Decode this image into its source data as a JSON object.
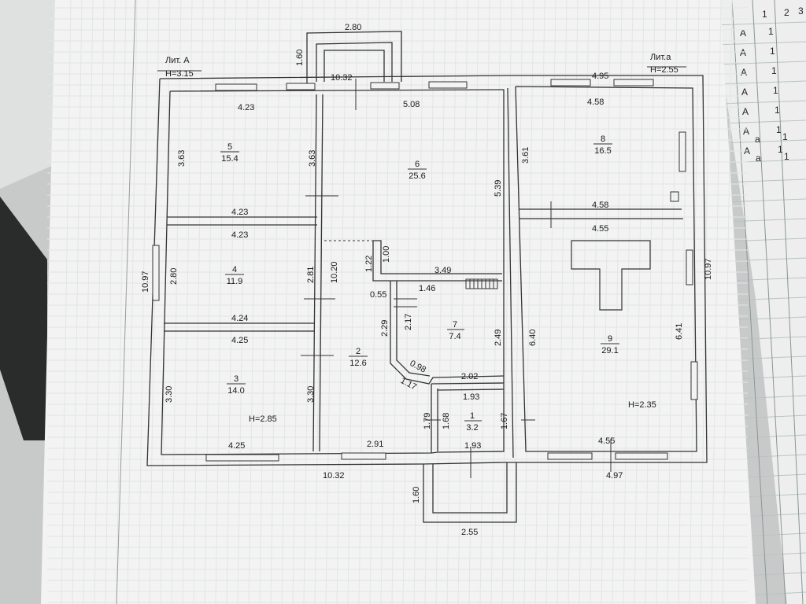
{
  "plan": {
    "lit_main": "Лит. А",
    "lit_main_h": "H=3.15",
    "lit_annex": "Лит.а",
    "lit_annex_h": "H=2.55",
    "h_main": "H=2.85",
    "h_annex": "H=2.35"
  },
  "rooms": [
    {
      "num": "5",
      "area": "15.4"
    },
    {
      "num": "6",
      "area": "25.6"
    },
    {
      "num": "8",
      "area": "16.5"
    },
    {
      "num": "4",
      "area": "11.9"
    },
    {
      "num": "7",
      "area": "7.4"
    },
    {
      "num": "9",
      "area": "29.1"
    },
    {
      "num": "2",
      "area": "12.6"
    },
    {
      "num": "3",
      "area": "14.0"
    },
    {
      "num": "1",
      "area": "3.2"
    }
  ],
  "dimensions": [
    "2.80",
    "1.60",
    "10.32",
    "4.95",
    "4.23",
    "5.08",
    "4.58",
    "3.63",
    "3.63",
    "3.61",
    "5.39",
    "4.23",
    "4.58",
    "4.23",
    "4.55",
    "10.97",
    "2.80",
    "1.22",
    "1.00",
    "2.81",
    "10.20",
    "3.49",
    "10.97",
    "0.55",
    "1.46",
    "4.24",
    "2.29",
    "2.17",
    "2.49",
    "6.40",
    "6.41",
    "4.25",
    "0.98",
    "1.17",
    "2.02",
    "3.30",
    "3.30",
    "1.93",
    "1.79",
    "1.68",
    "1.67",
    "4.25",
    "2.91",
    "1.93",
    "4.55",
    "10.32",
    "4.97",
    "1.60",
    "2.55"
  ],
  "side_table": {
    "headers": [
      "1",
      "2",
      "3"
    ],
    "rows": [
      [
        "А",
        "1"
      ],
      [
        "А",
        "1"
      ],
      [
        "А",
        "1"
      ],
      [
        "А",
        "1"
      ],
      [
        "А",
        "1"
      ],
      [
        "А",
        "1"
      ],
      [
        "А",
        "1"
      ],
      [
        "а",
        "1"
      ],
      [
        "а",
        "1"
      ]
    ]
  }
}
